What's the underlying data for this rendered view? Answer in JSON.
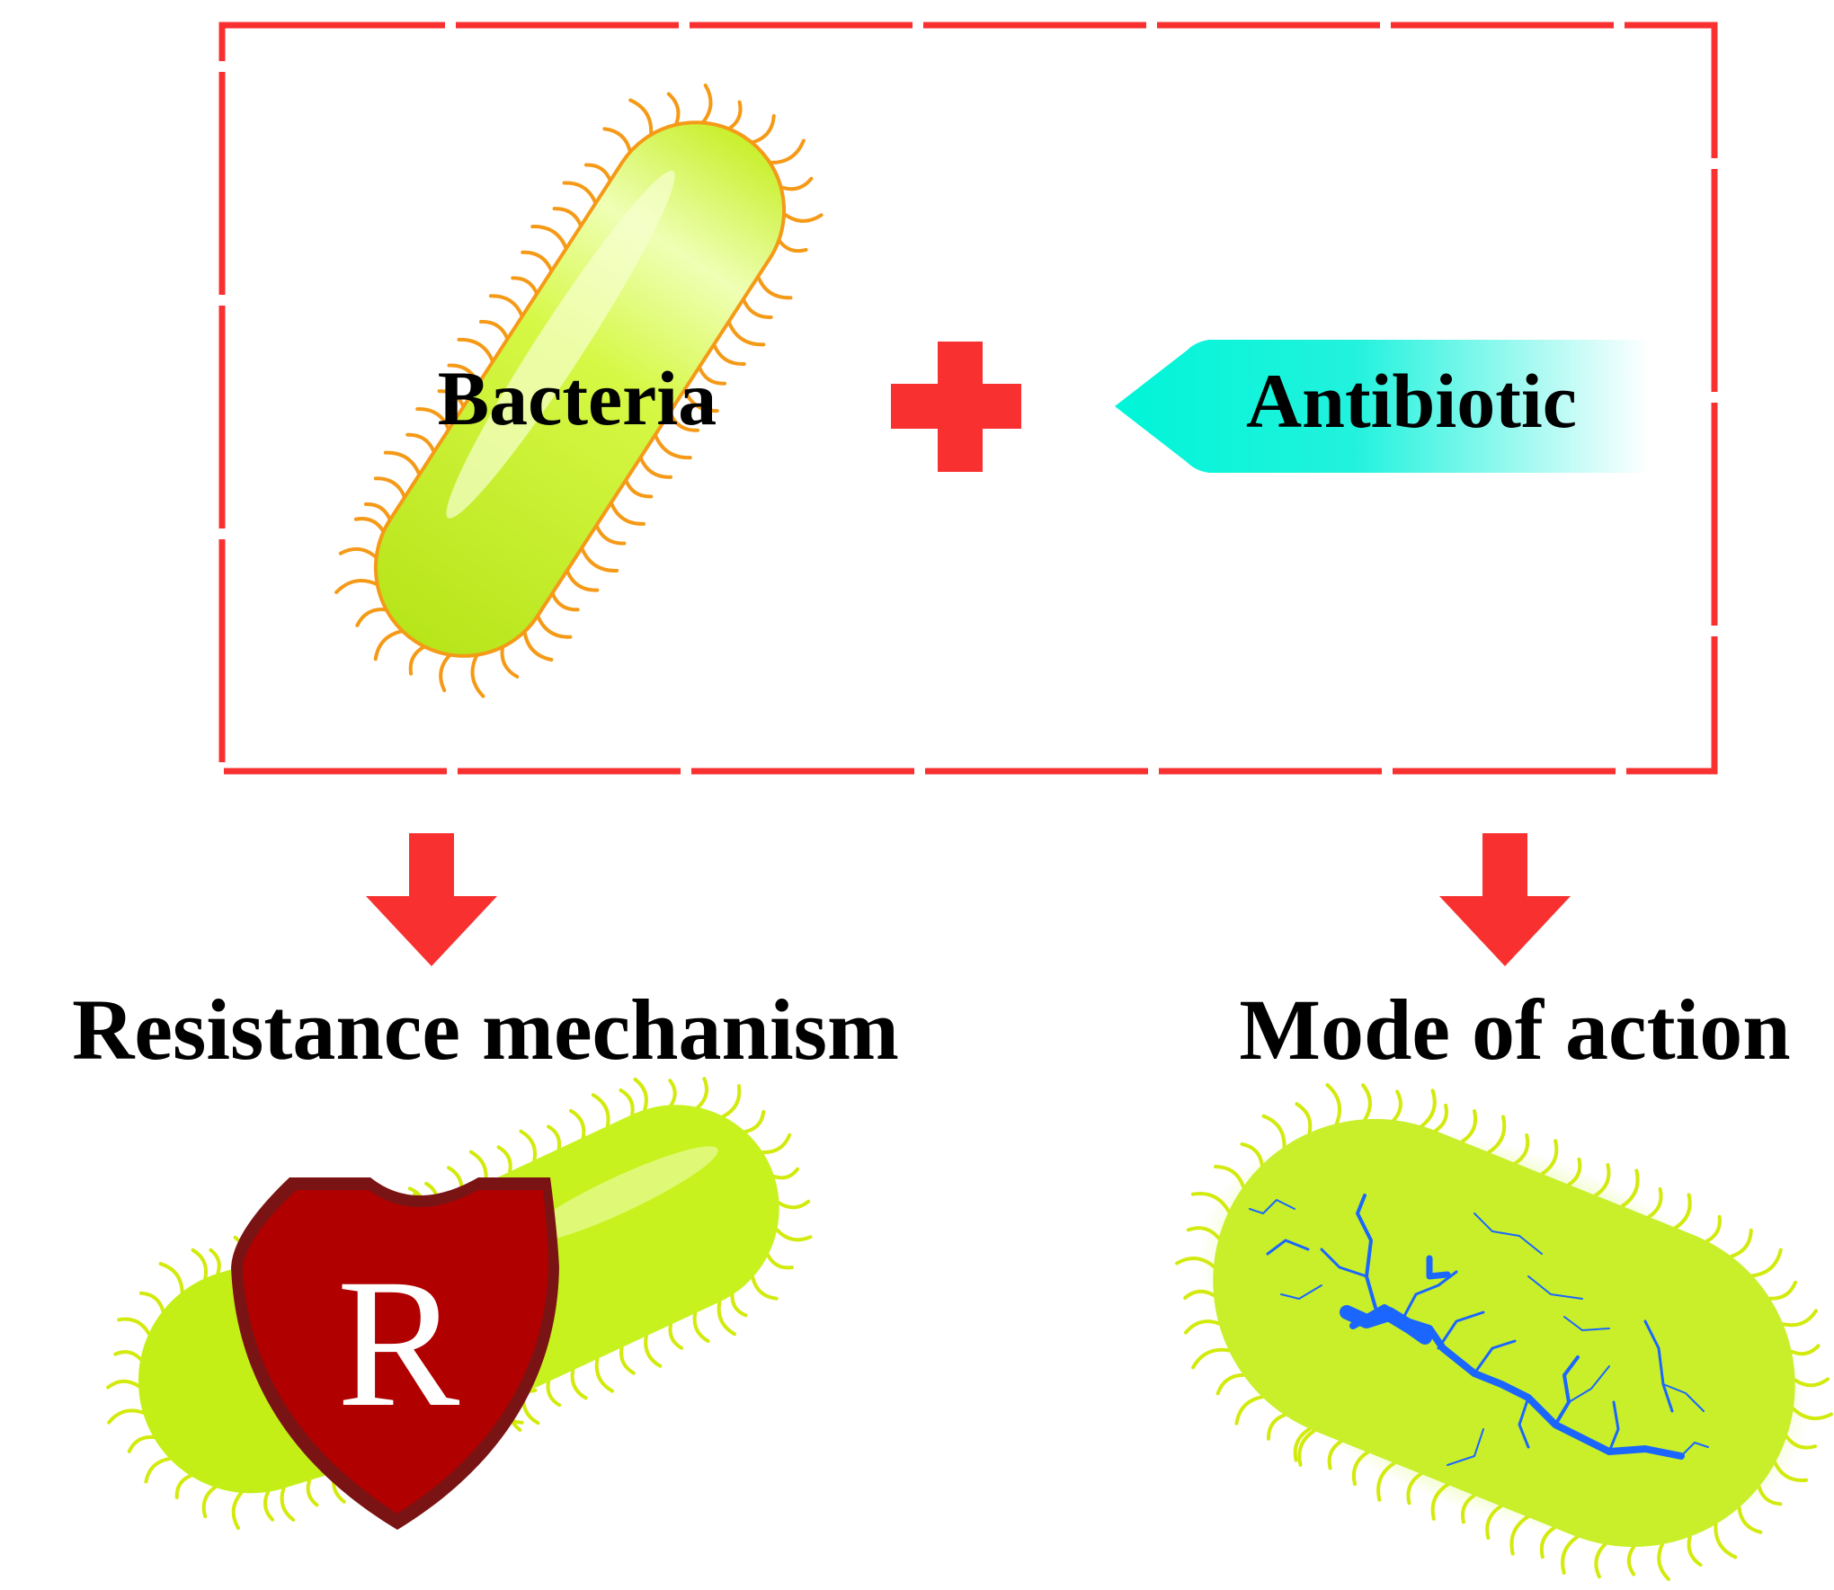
{
  "labels": {
    "bacteria": "Bacteria",
    "antibiotic": "Antibiotic",
    "resistance": "Resistance mechanism",
    "mode": "Mode of action",
    "shield_letter": "R"
  },
  "colors": {
    "accent_red": "#f83030",
    "bacterium_fill": "#c8f21e",
    "bacterium_light": "#eeffa0",
    "bacterium_outline": "#f59a17",
    "pili_yellow": "#c9e60a",
    "antibiotic_cyan": "#00f5d8",
    "shield_red": "#b00000",
    "shield_border": "#7a1414",
    "crack_blue": "#1a66ff"
  },
  "icons": {
    "plus": "plus-icon",
    "arrow": "arrow-down-icon",
    "shield": "shield-icon",
    "crack": "crack-icon"
  }
}
